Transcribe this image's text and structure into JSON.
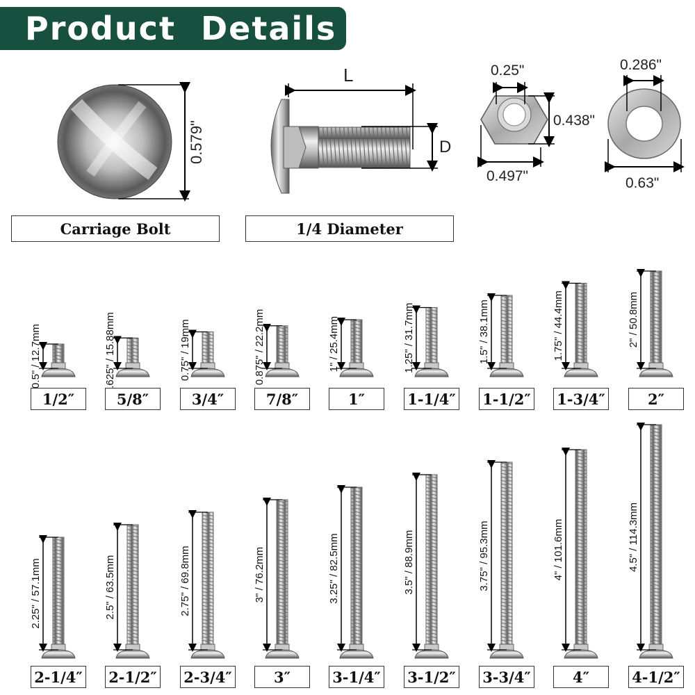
{
  "header": {
    "title": "Product  Details"
  },
  "top": {
    "carriage_head": {
      "diameter_label": "0.579\"",
      "caption": "Carriage Bolt"
    },
    "bolt_side": {
      "length_label": "L",
      "diameter_label": "D",
      "caption": "1/4 Diameter"
    },
    "nut": {
      "inner_label": "0.25\"",
      "height_label": "0.438\"",
      "width_label": "0.497\""
    },
    "washer": {
      "inner_label": "0.286\"",
      "outer_label": "0.63\""
    }
  },
  "rows": [
    [
      {
        "size": "1/2″",
        "dim": "0.5\" / 12.7mm",
        "length_in": 0.5
      },
      {
        "size": "5/8″",
        "dim": "0.625\" / 15.88mm",
        "length_in": 0.625
      },
      {
        "size": "3/4″",
        "dim": "0.75\" / 19mm",
        "length_in": 0.75
      },
      {
        "size": "7/8″",
        "dim": "0.875\" / 22.2mm",
        "length_in": 0.875
      },
      {
        "size": "1″",
        "dim": "1\" / 25.4mm",
        "length_in": 1.0
      },
      {
        "size": "1-1/4″",
        "dim": "1.25\" / 31.7mm",
        "length_in": 1.25
      },
      {
        "size": "1-1/2″",
        "dim": "1.5\" / 38.1mm",
        "length_in": 1.5
      },
      {
        "size": "1-3/4″",
        "dim": "1.75\" / 44.4mm",
        "length_in": 1.75
      },
      {
        "size": "2″",
        "dim": "2\" / 50.8mm",
        "length_in": 2.0
      }
    ],
    [
      {
        "size": "2-1/4″",
        "dim": "2.25\" / 57.1mm",
        "length_in": 2.25
      },
      {
        "size": "2-1/2″",
        "dim": "2.5\" / 63.5mm",
        "length_in": 2.5
      },
      {
        "size": "2-3/4″",
        "dim": "2.75\" / 69.8mm",
        "length_in": 2.75
      },
      {
        "size": "3″",
        "dim": "3\" / 76.2mm",
        "length_in": 3.0
      },
      {
        "size": "3-1/4″",
        "dim": "3.25\" / 82.5mm",
        "length_in": 3.25
      },
      {
        "size": "3-1/2″",
        "dim": "3.5\" / 88.9mm",
        "length_in": 3.5
      },
      {
        "size": "3-3/4″",
        "dim": "3.75\" / 95.3mm",
        "length_in": 3.75
      },
      {
        "size": "4″",
        "dim": "4\" / 101.6mm",
        "length_in": 4.0
      },
      {
        "size": "4-1/2″",
        "dim": "4.5\" / 114.3mm",
        "length_in": 4.5
      }
    ]
  ]
}
